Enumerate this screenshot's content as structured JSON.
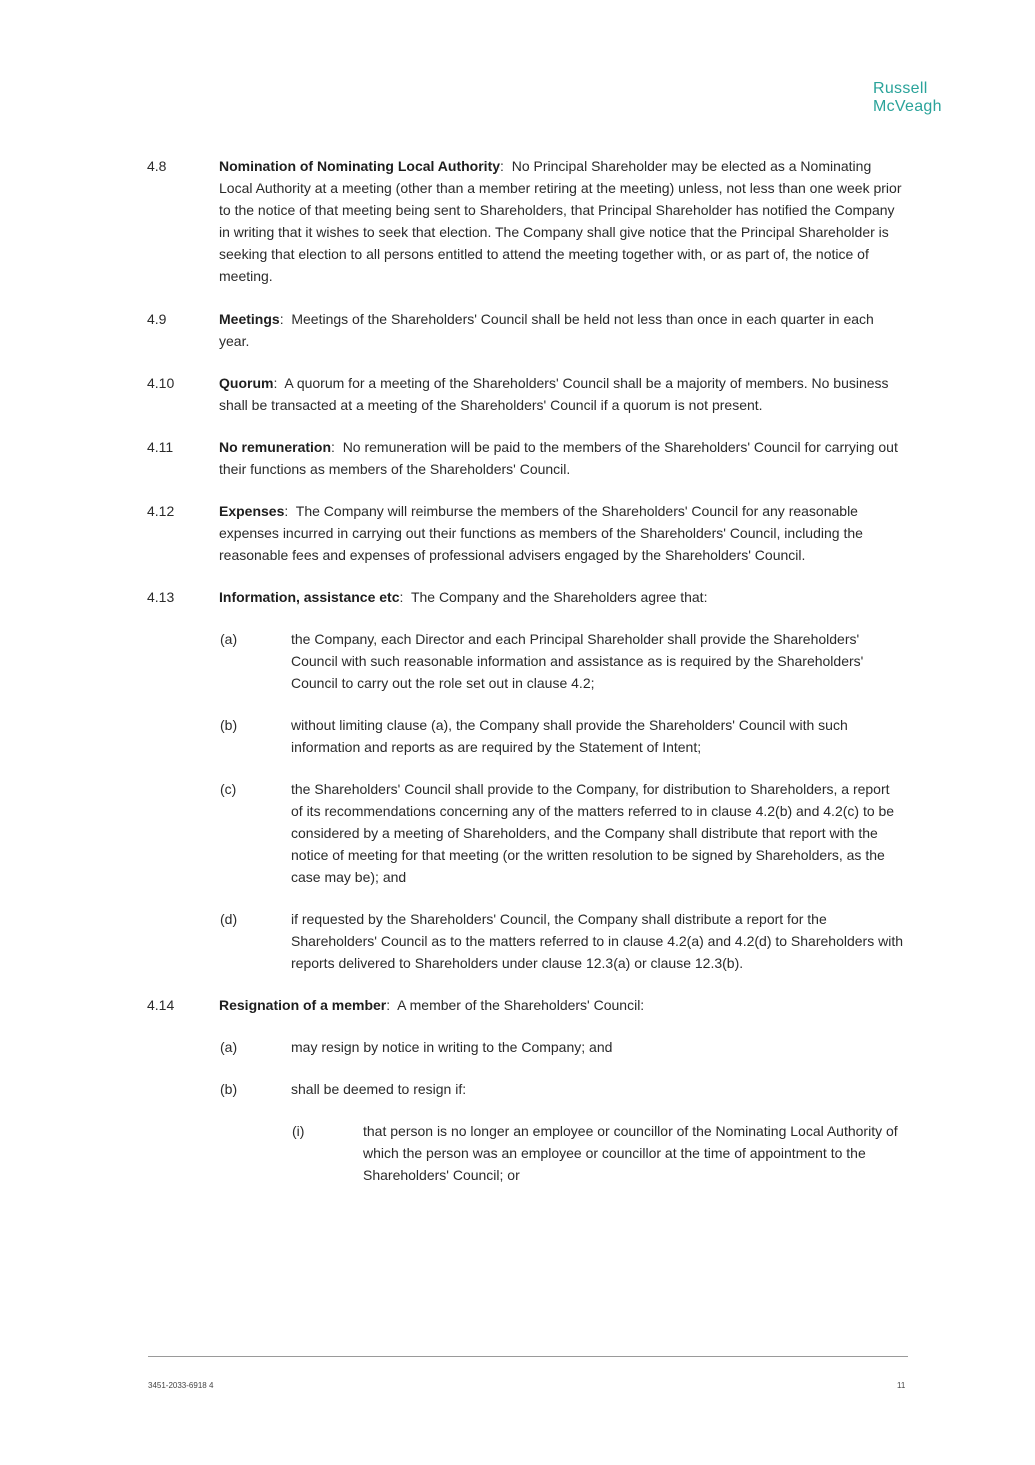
{
  "logo": {
    "line1": "Russell",
    "line2": "McVeagh"
  },
  "clauses": [
    {
      "num": "4.8",
      "heading": "Nomination of Nominating Local Authority",
      "text": "No Principal Shareholder may be elected as a Nominating Local Authority at a meeting (other than a member retiring at the meeting) unless, not less than one week prior to the notice of that meeting being sent to Shareholders, that Principal Shareholder has notified the Company in writing that it wishes to seek that election. The Company shall give notice that the Principal Shareholder is seeking that election to all persons entitled to attend the meeting together with, or as part of, the notice of meeting."
    },
    {
      "num": "4.9",
      "heading": "Meetings",
      "text": "Meetings of the Shareholders' Council shall be held not less than once in each quarter in each year."
    },
    {
      "num": "4.10",
      "heading": "Quorum",
      "text": "A quorum for a meeting of the Shareholders' Council shall be a majority of members.  No business shall be transacted at a meeting of the Shareholders' Council if a quorum is not present."
    },
    {
      "num": "4.11",
      "heading": "No remuneration",
      "text": "No remuneration will be paid to the members of the Shareholders' Council for carrying out their functions as members of the Shareholders' Council."
    },
    {
      "num": "4.12",
      "heading": "Expenses",
      "text": "The Company will reimburse the members of the Shareholders' Council for any reasonable expenses incurred in carrying out their functions as members of the Shareholders' Council, including the reasonable fees and expenses of professional advisers engaged by the Shareholders' Council."
    },
    {
      "num": "4.13",
      "heading": "Information, assistance etc",
      "text": "The Company and the Shareholders agree that:",
      "subs": [
        {
          "num": "(a)",
          "text": "the Company, each Director and each Principal Shareholder shall provide the Shareholders' Council with such reasonable information and assistance as is required by the Shareholders' Council to carry out the role set out in clause 4.2;"
        },
        {
          "num": "(b)",
          "text": "without limiting clause (a), the Company shall provide the Shareholders' Council with such information and reports as are required by the Statement of Intent;"
        },
        {
          "num": "(c)",
          "text": "the Shareholders' Council shall provide to the Company, for distribution to Shareholders, a report of its recommendations concerning any of the matters referred to in clause 4.2(b) and 4.2(c) to be considered by a meeting of Shareholders, and the Company shall distribute that report with the notice of meeting for that meeting (or the written resolution to be signed by Shareholders, as the case may be); and"
        },
        {
          "num": "(d)",
          "text": "if requested by the Shareholders' Council, the Company shall distribute a report for the Shareholders' Council as to the matters referred to in clause 4.2(a) and 4.2(d) to Shareholders with reports delivered to Shareholders under clause 12.3(a) or clause 12.3(b)."
        }
      ]
    },
    {
      "num": "4.14",
      "heading": "Resignation of a member",
      "text": "A member of the Shareholders' Council:",
      "subs": [
        {
          "num": "(a)",
          "text": "may resign by notice in writing to the Company; and"
        },
        {
          "num": "(b)",
          "text": "shall be deemed to resign if:"
        }
      ],
      "subsubs": [
        {
          "num": "(i)",
          "text": "that person is no longer an employee or councillor of the Nominating Local Authority of which the person was an employee or councillor at the time of appointment to the Shareholders' Council; or"
        }
      ]
    }
  ],
  "footer": {
    "doc_ref": "3451-2033-6918 4",
    "page": "11"
  }
}
